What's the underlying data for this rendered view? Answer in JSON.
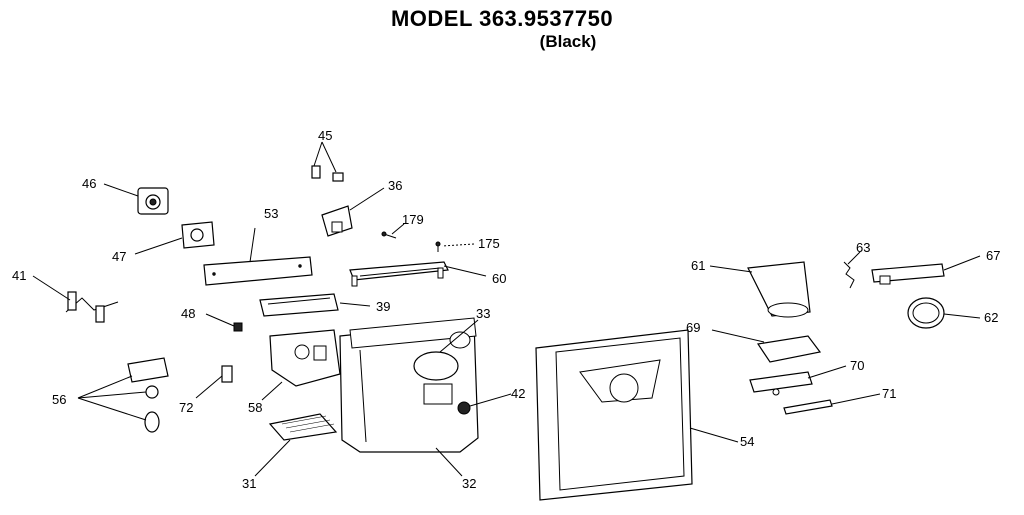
{
  "header": {
    "title": "MODEL 363.9537750",
    "variant": "(Black)"
  },
  "callouts": {
    "p31": "31",
    "p32": "32",
    "p33": "33",
    "p36": "36",
    "p39": "39",
    "p41": "41",
    "p42": "42",
    "p45": "45",
    "p46": "46",
    "p47": "47",
    "p48": "48",
    "p53": "53",
    "p54": "54",
    "p56": "56",
    "p58": "58",
    "p60": "60",
    "p61": "61",
    "p62": "62",
    "p63": "63",
    "p67": "67",
    "p69": "69",
    "p70": "70",
    "p71": "71",
    "p72": "72",
    "p175": "175",
    "p179": "179"
  }
}
